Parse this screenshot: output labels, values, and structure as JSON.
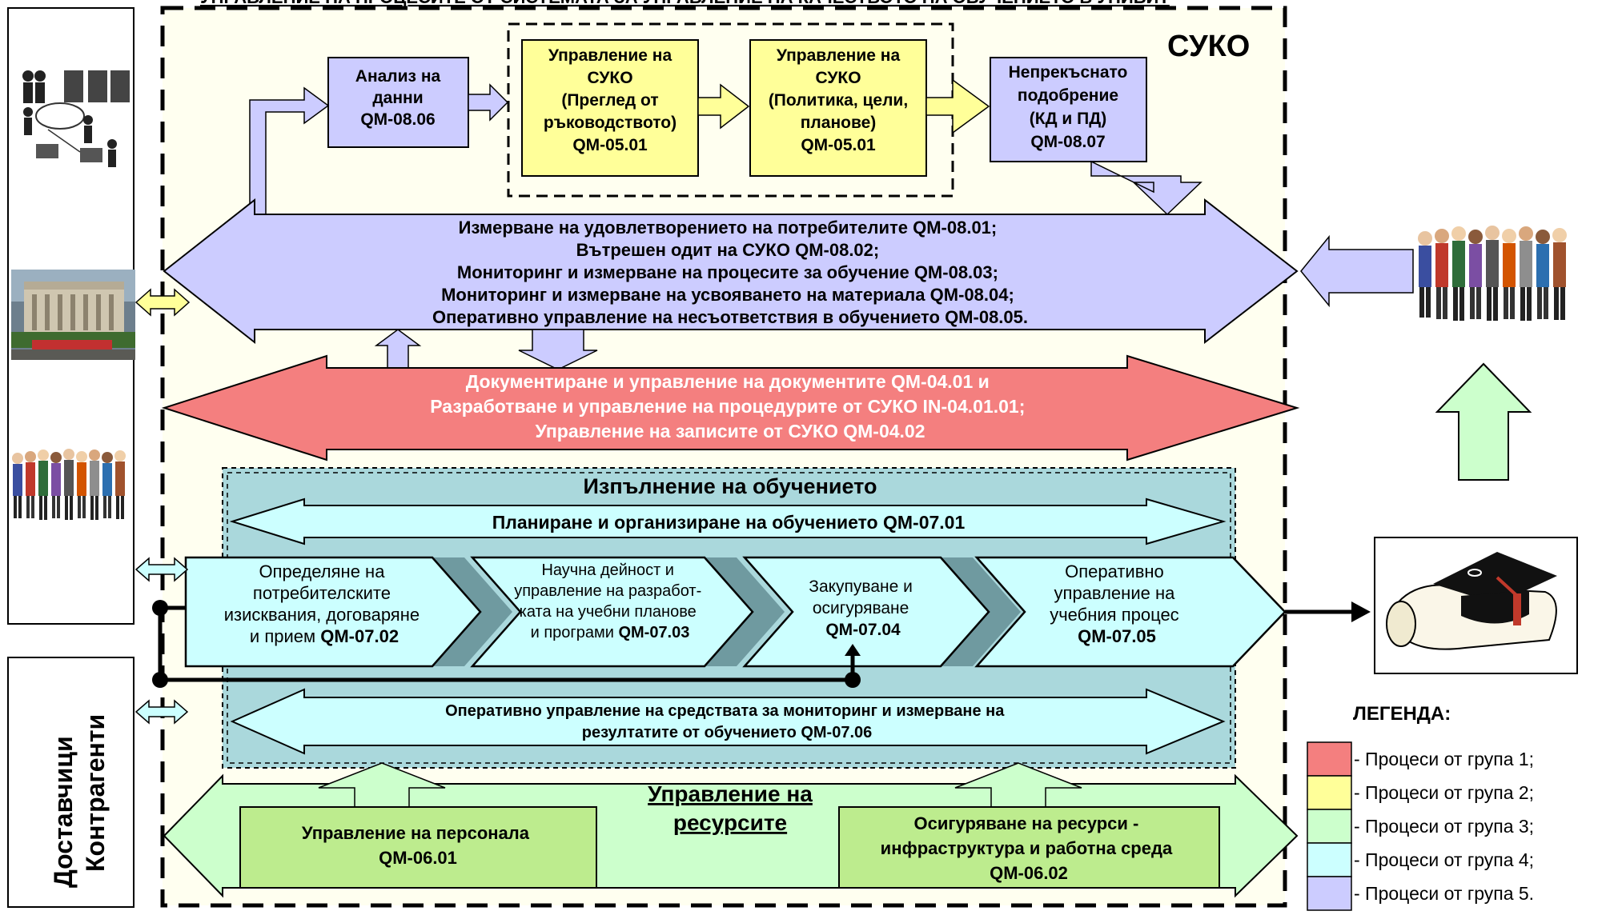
{
  "title": "УПРАВЛЕНИЕ НА ПРОЦЕСИТЕ ОТ СИСТЕМАТА ЗА УПРАВЛЕНИЕ НА КАЧЕСТВОТО НА ОБУЧЕНИЕТО В УНИБИТ",
  "suko_label": "СУКО",
  "top": {
    "analysis": [
      "Анализ на",
      "данни",
      "QM-08.06"
    ],
    "review": [
      "Управление на",
      "СУКО",
      "(Преглед от",
      "ръководството)",
      "QM-05.01"
    ],
    "policy": [
      "Управление на",
      "СУКО",
      "(Политика, цели,",
      "планове)",
      "QM-05.01"
    ],
    "improvement": [
      "Непрекъснато",
      "подобрение",
      "(КД и ПД)",
      "QM-08.07"
    ]
  },
  "measurement_lines": [
    "Измерване на удовлетворението на потребителите QM-08.01;",
    "Вътрешен одит на СУКО QM-08.02;",
    "Мониторинг и измерване на процесите за обучение QM-08.03;",
    "Мониторинг и измерване на усвояването на материала QM-08.04;",
    "Оперативно управление на несъответствия в обучението QM-08.05."
  ],
  "documents_lines": [
    "Документиране и управление на документите QM-04.01 и",
    "Разработване и управление на процедурите от СУКО IN-04.01.01;",
    "Управление на записите от СУКО QM-04.02"
  ],
  "execution_title": "Изпълнение на обучението",
  "planning": "Планиране и организиране на обучението QM-07.01",
  "chevrons": {
    "requirements": [
      "Определяне на",
      "потребителските",
      "изисквания, договаряне",
      "и прием ",
      "QM-07.02"
    ],
    "science": [
      "Научна дейност и",
      "управление на разработ-",
      "ката на учебни планове",
      "и програми ",
      "QM-07.03"
    ],
    "purchasing": [
      "Закупуване и",
      "осигуряване",
      "QM-07.04"
    ],
    "operational": [
      "Оперативно",
      "управление на",
      "учебния процес",
      "QM-07.05"
    ]
  },
  "monitoring": [
    "Оперативно управление на средствата за мониторинг и измерване на",
    "резултатите от обучението QM-07.06"
  ],
  "resources_title": [
    "Управление на",
    "ресурсите"
  ],
  "personnel": [
    "Управление на персонала",
    "QM-06.01"
  ],
  "infrastructure": [
    "Осигуряване на ресурси -",
    "инфраструктура и работна среда",
    "QM-06.02"
  ],
  "suppliers": [
    "Доставчици",
    "Контрагенти"
  ],
  "legend": {
    "title": "ЛЕГЕНДА:",
    "items": [
      {
        "label": "- Процеси от група 1;",
        "color": "#f47f7f"
      },
      {
        "label": "- Процеси от група 2;",
        "color": "#ffff99"
      },
      {
        "label": "- Процеси от група 3;",
        "color": "#ccffcc"
      },
      {
        "label": "- Процеси от група 4;",
        "color": "#ccffff"
      },
      {
        "label": "- Процеси от група 5.",
        "color": "#ccccff"
      }
    ]
  },
  "colors": {
    "group1": "#f47f7f",
    "group2": "#ffff99",
    "group3": "#ccffcc",
    "group4": "#ccffff",
    "group5": "#ccccff",
    "suko_bg": "#fffff0",
    "execution_bg": "#aad8dc"
  },
  "images": [
    "people-network-clipart",
    "university-building-photo",
    "staff-group-icon",
    "customers-group-icon",
    "graduation-cap-diploma-icon"
  ]
}
